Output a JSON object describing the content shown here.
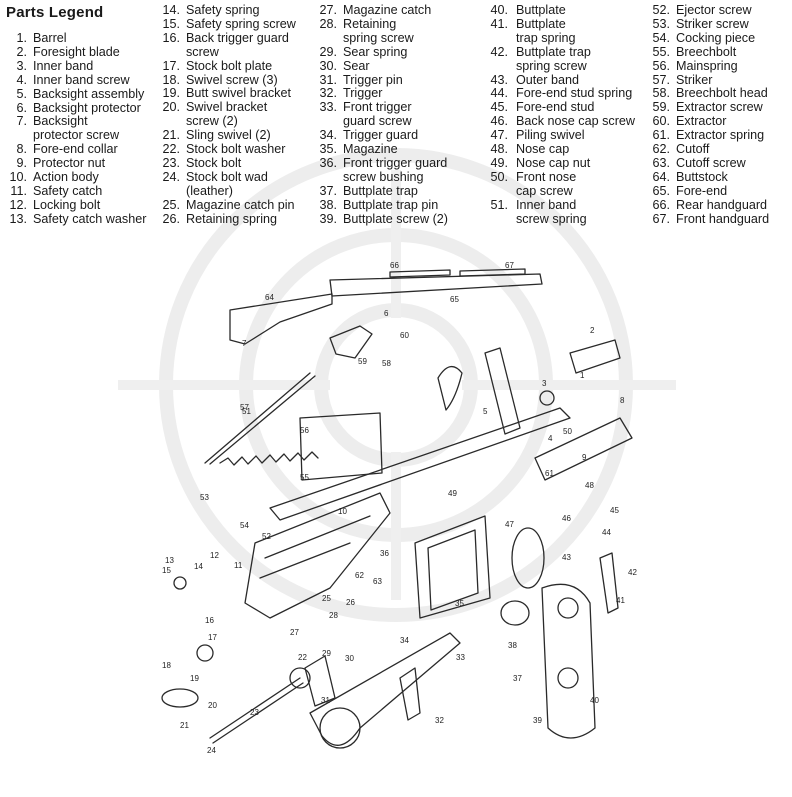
{
  "legend_title": "Parts Legend",
  "legend_columns": [
    [
      {
        "num": "1.",
        "lines": [
          "Barrel"
        ]
      },
      {
        "num": "2.",
        "lines": [
          "Foresight blade"
        ]
      },
      {
        "num": "3.",
        "lines": [
          "Inner band"
        ]
      },
      {
        "num": "4.",
        "lines": [
          "Inner band screw"
        ]
      },
      {
        "num": "5.",
        "lines": [
          "Backsight assembly"
        ]
      },
      {
        "num": "6.",
        "lines": [
          "Backsight protector"
        ]
      },
      {
        "num": "7.",
        "lines": [
          "Backsight",
          "protector screw"
        ]
      },
      {
        "num": "8.",
        "lines": [
          "Fore-end collar"
        ]
      },
      {
        "num": "9.",
        "lines": [
          "Protector nut"
        ]
      },
      {
        "num": "10.",
        "lines": [
          "Action body"
        ]
      },
      {
        "num": "11.",
        "lines": [
          "Safety catch"
        ]
      },
      {
        "num": "12.",
        "lines": [
          "Locking bolt"
        ]
      },
      {
        "num": "13.",
        "lines": [
          "Safety catch washer"
        ]
      }
    ],
    [
      {
        "num": "14.",
        "lines": [
          "Safety spring"
        ]
      },
      {
        "num": "15.",
        "lines": [
          "Safety spring screw"
        ]
      },
      {
        "num": "16.",
        "lines": [
          "Back trigger guard",
          "screw"
        ]
      },
      {
        "num": "17.",
        "lines": [
          "Stock bolt plate"
        ]
      },
      {
        "num": "18.",
        "lines": [
          "Swivel screw (3)"
        ]
      },
      {
        "num": "19.",
        "lines": [
          "Butt swivel bracket"
        ]
      },
      {
        "num": "20.",
        "lines": [
          "Swivel bracket",
          "screw (2)"
        ]
      },
      {
        "num": "21.",
        "lines": [
          "Sling swivel (2)"
        ]
      },
      {
        "num": "22.",
        "lines": [
          "Stock bolt washer"
        ]
      },
      {
        "num": "23.",
        "lines": [
          "Stock bolt"
        ]
      },
      {
        "num": "24.",
        "lines": [
          "Stock bolt wad",
          "(leather)"
        ]
      },
      {
        "num": "25.",
        "lines": [
          "Magazine catch pin"
        ]
      },
      {
        "num": "26.",
        "lines": [
          "Retaining spring"
        ]
      }
    ],
    [
      {
        "num": "27.",
        "lines": [
          "Magazine catch"
        ]
      },
      {
        "num": "28.",
        "lines": [
          "Retaining",
          "spring screw"
        ]
      },
      {
        "num": "29.",
        "lines": [
          "Sear spring"
        ]
      },
      {
        "num": "30.",
        "lines": [
          "Sear"
        ]
      },
      {
        "num": "31.",
        "lines": [
          "Trigger pin"
        ]
      },
      {
        "num": "32.",
        "lines": [
          "Trigger"
        ]
      },
      {
        "num": "33.",
        "lines": [
          "Front trigger",
          "guard screw"
        ]
      },
      {
        "num": "34.",
        "lines": [
          "Trigger guard"
        ]
      },
      {
        "num": "35.",
        "lines": [
          "Magazine"
        ]
      },
      {
        "num": "36.",
        "lines": [
          "Front trigger guard",
          "screw bushing"
        ]
      },
      {
        "num": "37.",
        "lines": [
          "Buttplate trap"
        ]
      },
      {
        "num": "38.",
        "lines": [
          "Buttplate trap pin"
        ]
      },
      {
        "num": "39.",
        "lines": [
          "Buttplate screw (2)"
        ]
      }
    ],
    [
      {
        "num": "40.",
        "lines": [
          "Buttplate"
        ]
      },
      {
        "num": "41.",
        "lines": [
          "Buttplate",
          "trap spring"
        ]
      },
      {
        "num": "42.",
        "lines": [
          "Buttplate trap",
          "spring screw"
        ]
      },
      {
        "num": "43.",
        "lines": [
          "Outer band"
        ]
      },
      {
        "num": "44.",
        "lines": [
          "Fore-end stud spring"
        ]
      },
      {
        "num": "45.",
        "lines": [
          "Fore-end stud"
        ]
      },
      {
        "num": "46.",
        "lines": [
          "Back nose cap screw"
        ]
      },
      {
        "num": "47.",
        "lines": [
          "Piling swivel"
        ]
      },
      {
        "num": "48.",
        "lines": [
          "Nose cap"
        ]
      },
      {
        "num": "49.",
        "lines": [
          "Nose cap nut"
        ]
      },
      {
        "num": "50.",
        "lines": [
          "Front nose",
          "cap screw"
        ]
      },
      {
        "num": "51.",
        "lines": [
          "Inner band",
          "screw spring"
        ]
      }
    ],
    [
      {
        "num": "52.",
        "lines": [
          "Ejector screw"
        ]
      },
      {
        "num": "53.",
        "lines": [
          "Striker screw"
        ]
      },
      {
        "num": "54.",
        "lines": [
          "Cocking piece"
        ]
      },
      {
        "num": "55.",
        "lines": [
          "Breechbolt"
        ]
      },
      {
        "num": "56.",
        "lines": [
          "Mainspring"
        ]
      },
      {
        "num": "57.",
        "lines": [
          "Striker"
        ]
      },
      {
        "num": "58.",
        "lines": [
          "Breechbolt head"
        ]
      },
      {
        "num": "59.",
        "lines": [
          "Extractor screw"
        ]
      },
      {
        "num": "60.",
        "lines": [
          "Extractor"
        ]
      },
      {
        "num": "61.",
        "lines": [
          "Extractor spring"
        ]
      },
      {
        "num": "62.",
        "lines": [
          "Cutoff"
        ]
      },
      {
        "num": "63.",
        "lines": [
          "Cutoff screw"
        ]
      },
      {
        "num": "64.",
        "lines": [
          "Buttstock"
        ]
      },
      {
        "num": "65.",
        "lines": [
          "Fore-end"
        ]
      },
      {
        "num": "66.",
        "lines": [
          "Rear handguard"
        ]
      },
      {
        "num": "67.",
        "lines": [
          "Front handguard"
        ]
      }
    ]
  ],
  "callouts": [
    "1",
    "2",
    "3",
    "4",
    "5",
    "6",
    "7",
    "8",
    "9",
    "10",
    "11",
    "12",
    "13",
    "14",
    "15",
    "16",
    "17",
    "18",
    "19",
    "20",
    "21",
    "22",
    "23",
    "24",
    "25",
    "26",
    "27",
    "28",
    "29",
    "30",
    "31",
    "32",
    "33",
    "34",
    "35",
    "36",
    "37",
    "38",
    "39",
    "40",
    "41",
    "42",
    "43",
    "44",
    "45",
    "46",
    "47",
    "48",
    "49",
    "50",
    "51",
    "52",
    "53",
    "54",
    "55",
    "56",
    "57",
    "58",
    "59",
    "60",
    "61",
    "62",
    "63",
    "64",
    "65",
    "66",
    "67"
  ],
  "colors": {
    "text": "#1a1a1a",
    "line": "#2a2a2a",
    "watermark": "#ececec"
  }
}
